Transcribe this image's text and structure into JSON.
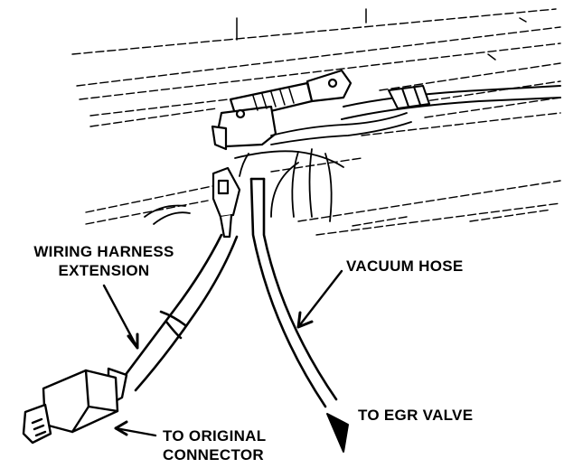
{
  "labels": {
    "harness_line1": "WIRING HARNESS",
    "harness_line2": "EXTENSION",
    "vacuum_hose": "VACUUM HOSE",
    "egr_valve": "TO EGR VALVE",
    "connector_line1": "TO ORIGINAL",
    "connector_line2": "CONNECTOR"
  },
  "colors": {
    "ink": "#000000",
    "paper": "#ffffff"
  }
}
